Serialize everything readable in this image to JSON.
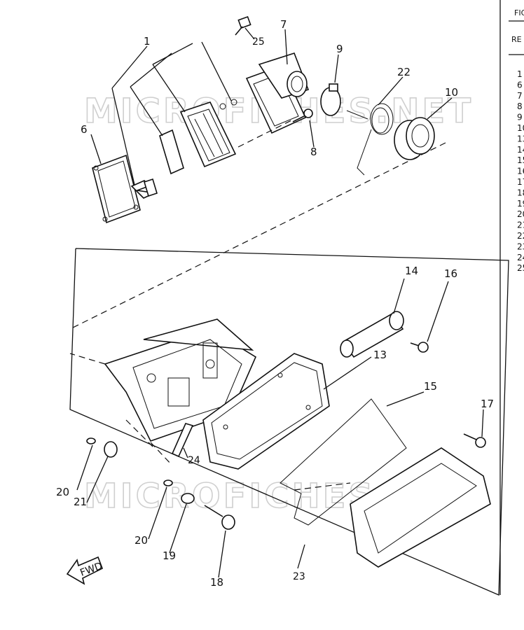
{
  "watermark": "MICROFICHES.NET",
  "callouts": {
    "c1": "1",
    "c6": "6",
    "c7": "7",
    "c8": "8",
    "c9": "9",
    "c10": "10",
    "c13": "13",
    "c14": "14",
    "c15": "15",
    "c16": "16",
    "c17": "17",
    "c18": "18",
    "c19": "19",
    "c20a": "20",
    "c20b": "20",
    "c21": "21",
    "c22": "22",
    "c23": "23",
    "c24": "24",
    "c25": "25"
  },
  "fwd_label": "FWD",
  "side_panel": {
    "heading_fig": "FIG",
    "heading_ref": "RE",
    "ref_numbers": [
      "1",
      "6",
      "7",
      "8",
      "9",
      "10",
      "13",
      "14",
      "15",
      "16",
      "17",
      "18",
      "19",
      "20",
      "21",
      "22",
      "23",
      "24",
      "25"
    ]
  }
}
